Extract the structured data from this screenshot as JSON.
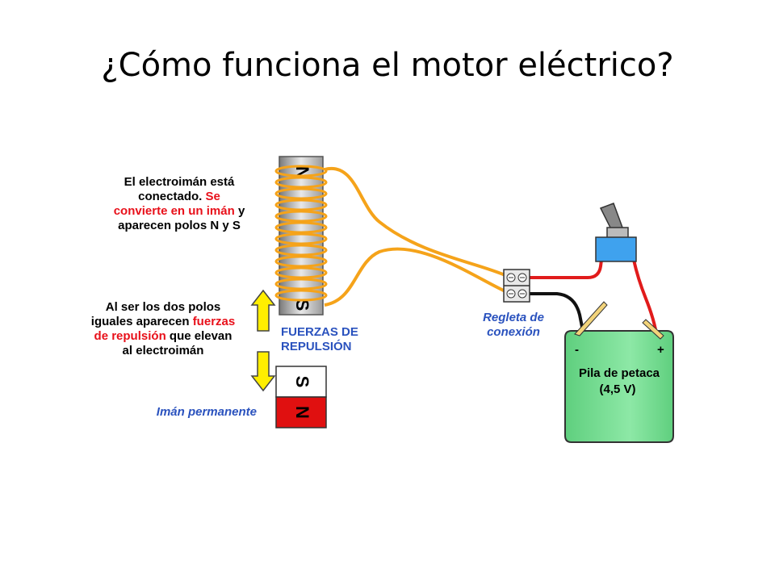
{
  "title": "¿Cómo funciona el motor eléctrico?",
  "electroiman_text": {
    "line1": "El electroimán está",
    "line2_black": "conectado.",
    "line2_red": "Se",
    "line3_red": "convierte en un imán",
    "line3_black": "y",
    "line4": "aparecen polos N y S"
  },
  "fuerzas_text": {
    "line1": "Al ser los dos polos",
    "line2_black": "iguales aparecen",
    "line2_red": "fuerzas",
    "line3_red": "de repulsión",
    "line3_black": "que elevan",
    "line4": "al electroimán"
  },
  "repulsion_label": {
    "line1": "FUERZAS DE",
    "line2": "REPULSIÓN"
  },
  "iman_label": "Imán permanente",
  "regleta_label": {
    "line1": "Regleta de",
    "line2": "conexión"
  },
  "battery": {
    "minus": "-",
    "plus": "+",
    "label_line1": "Pila de petaca",
    "label_line2": "(4,5 V)"
  },
  "electromagnet_poles": {
    "top": "N",
    "bottom": "S"
  },
  "magnet_poles": {
    "top": "S",
    "bottom": "N"
  },
  "colors": {
    "text_red": "#e8101a",
    "label_blue": "#2a52be",
    "wire_orange": "#f5a31a",
    "wire_red": "#e11b1b",
    "magnet_red": "#e01010",
    "battery_green": "#6fdc8c",
    "switch_blue": "#3fa2ee",
    "arrow_yellow": "#ffee00"
  }
}
